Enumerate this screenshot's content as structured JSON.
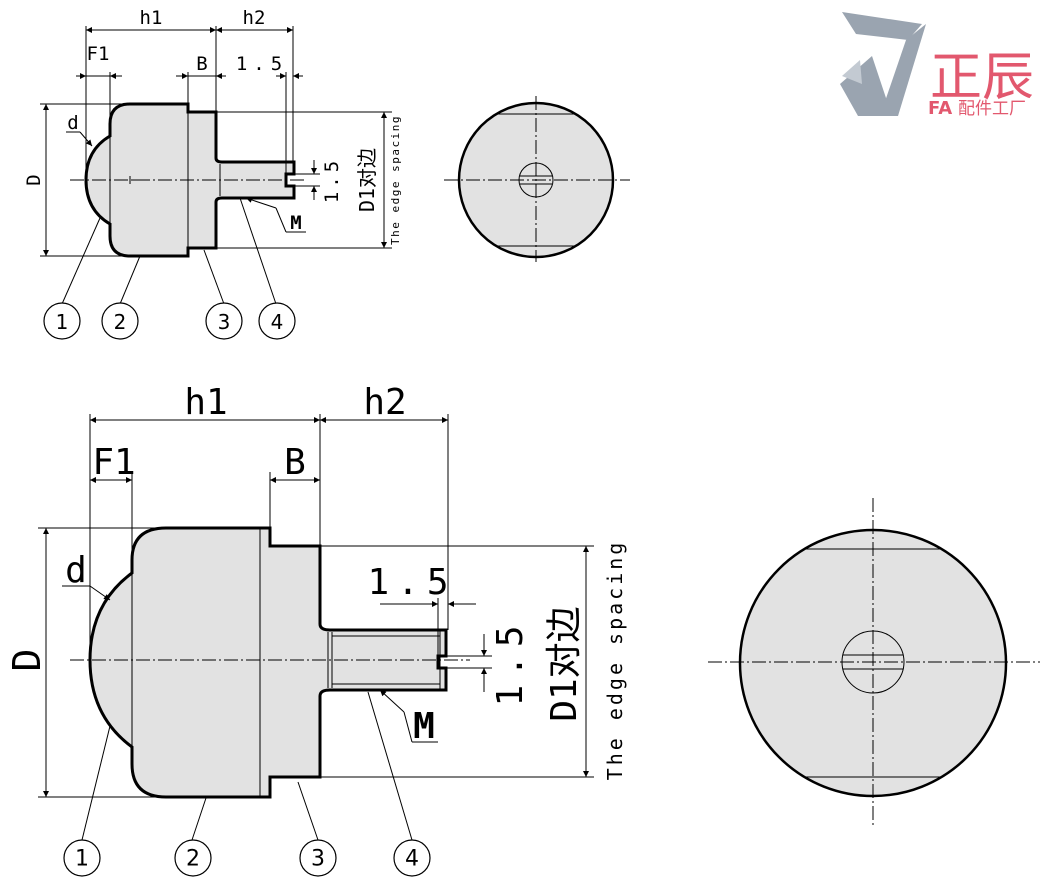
{
  "logo": {
    "brand": "正辰",
    "sub_prefix": "FA",
    "sub_text": "配件工厂",
    "colors": {
      "grey": "#9aa4b0",
      "red": "#e2586e"
    }
  },
  "labels": {
    "h1": "h1",
    "h2": "h2",
    "F1": "F1",
    "B": "B",
    "dim_15": "1.5",
    "d": "d",
    "D": "D",
    "M": "M",
    "D1": "D1对边",
    "edge_spacing": "The edge spacing"
  },
  "balloons": [
    "1",
    "2",
    "3",
    "4"
  ]
}
